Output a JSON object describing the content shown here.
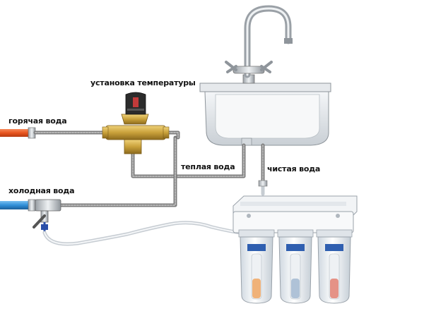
{
  "labels": {
    "temp_setting": "установка температуры",
    "hot_water": "горячая вода",
    "warm_water": "теплая вода",
    "clean_water": "чистая вода",
    "cold_water": "холодная вода"
  },
  "colors": {
    "hot_pipe": "#e8541e",
    "cold_pipe": "#2f8fd8",
    "braided_hose": "#8a8a8a",
    "brass": "#c9a13a",
    "chrome": "#bfc4c8",
    "filter_housing": "#e9eef3",
    "tube": "#dfe6ec"
  },
  "icons": {
    "faucet": "faucet-icon",
    "mixing_valve": "thermostatic-valve-icon",
    "cold_tap": "ball-valve-icon",
    "filter": "water-filter-icon"
  }
}
